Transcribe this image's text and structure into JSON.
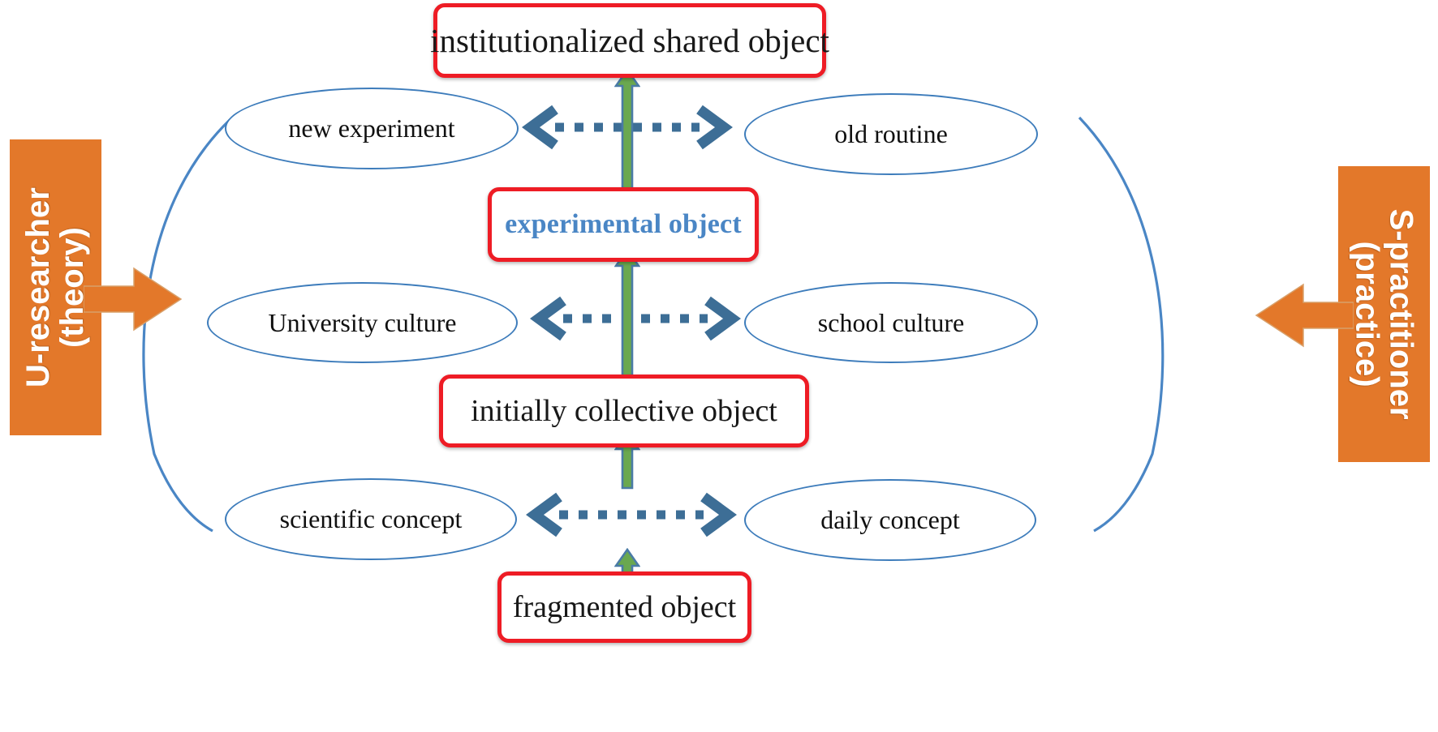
{
  "diagram": {
    "title": "expansive learning object diagram",
    "background_color": "#ffffff",
    "colors": {
      "box_border_red": "#ee1c25",
      "ellipse_border_blue": "#3d7cbb",
      "panel_orange": "#e3782a",
      "dotted_arrow_blue": "#3d6e96",
      "green_arrow_fill": "#6aa84f",
      "green_arrow_outline": "#4a7ba6",
      "experimental_text_blue": "#4a86c5",
      "arc_blue": "#4a86c5"
    }
  },
  "objects": [
    {
      "id": "institutionalized",
      "label": "institutionalized shared object"
    },
    {
      "id": "experimental",
      "label": "experimental object"
    },
    {
      "id": "collective",
      "label": "initially collective object"
    },
    {
      "id": "fragmented",
      "label": "fragmented object"
    }
  ],
  "ellipses": {
    "left": [
      {
        "id": "new-experiment",
        "label": "new experiment"
      },
      {
        "id": "university-culture",
        "label": "University culture"
      },
      {
        "id": "scientific-concept",
        "label": "scientific concept"
      }
    ],
    "right": [
      {
        "id": "old-routine",
        "label": "old routine"
      },
      {
        "id": "school-culture",
        "label": "school culture"
      },
      {
        "id": "daily-concept",
        "label": "daily concept"
      }
    ]
  },
  "panels": {
    "left": {
      "line1": "U-researcher",
      "line2": "(theory)",
      "full": "U-researcher (theory)"
    },
    "right": {
      "line1": "S-practitioner",
      "line2": "(practice)",
      "full": "S-practitioner (practice)"
    }
  },
  "connectors": {
    "vertical_arrow_count": 4,
    "vertical_arrow_direction": "up",
    "horizontal_arrow_count": 3,
    "horizontal_arrow_style": "dotted double-headed"
  }
}
